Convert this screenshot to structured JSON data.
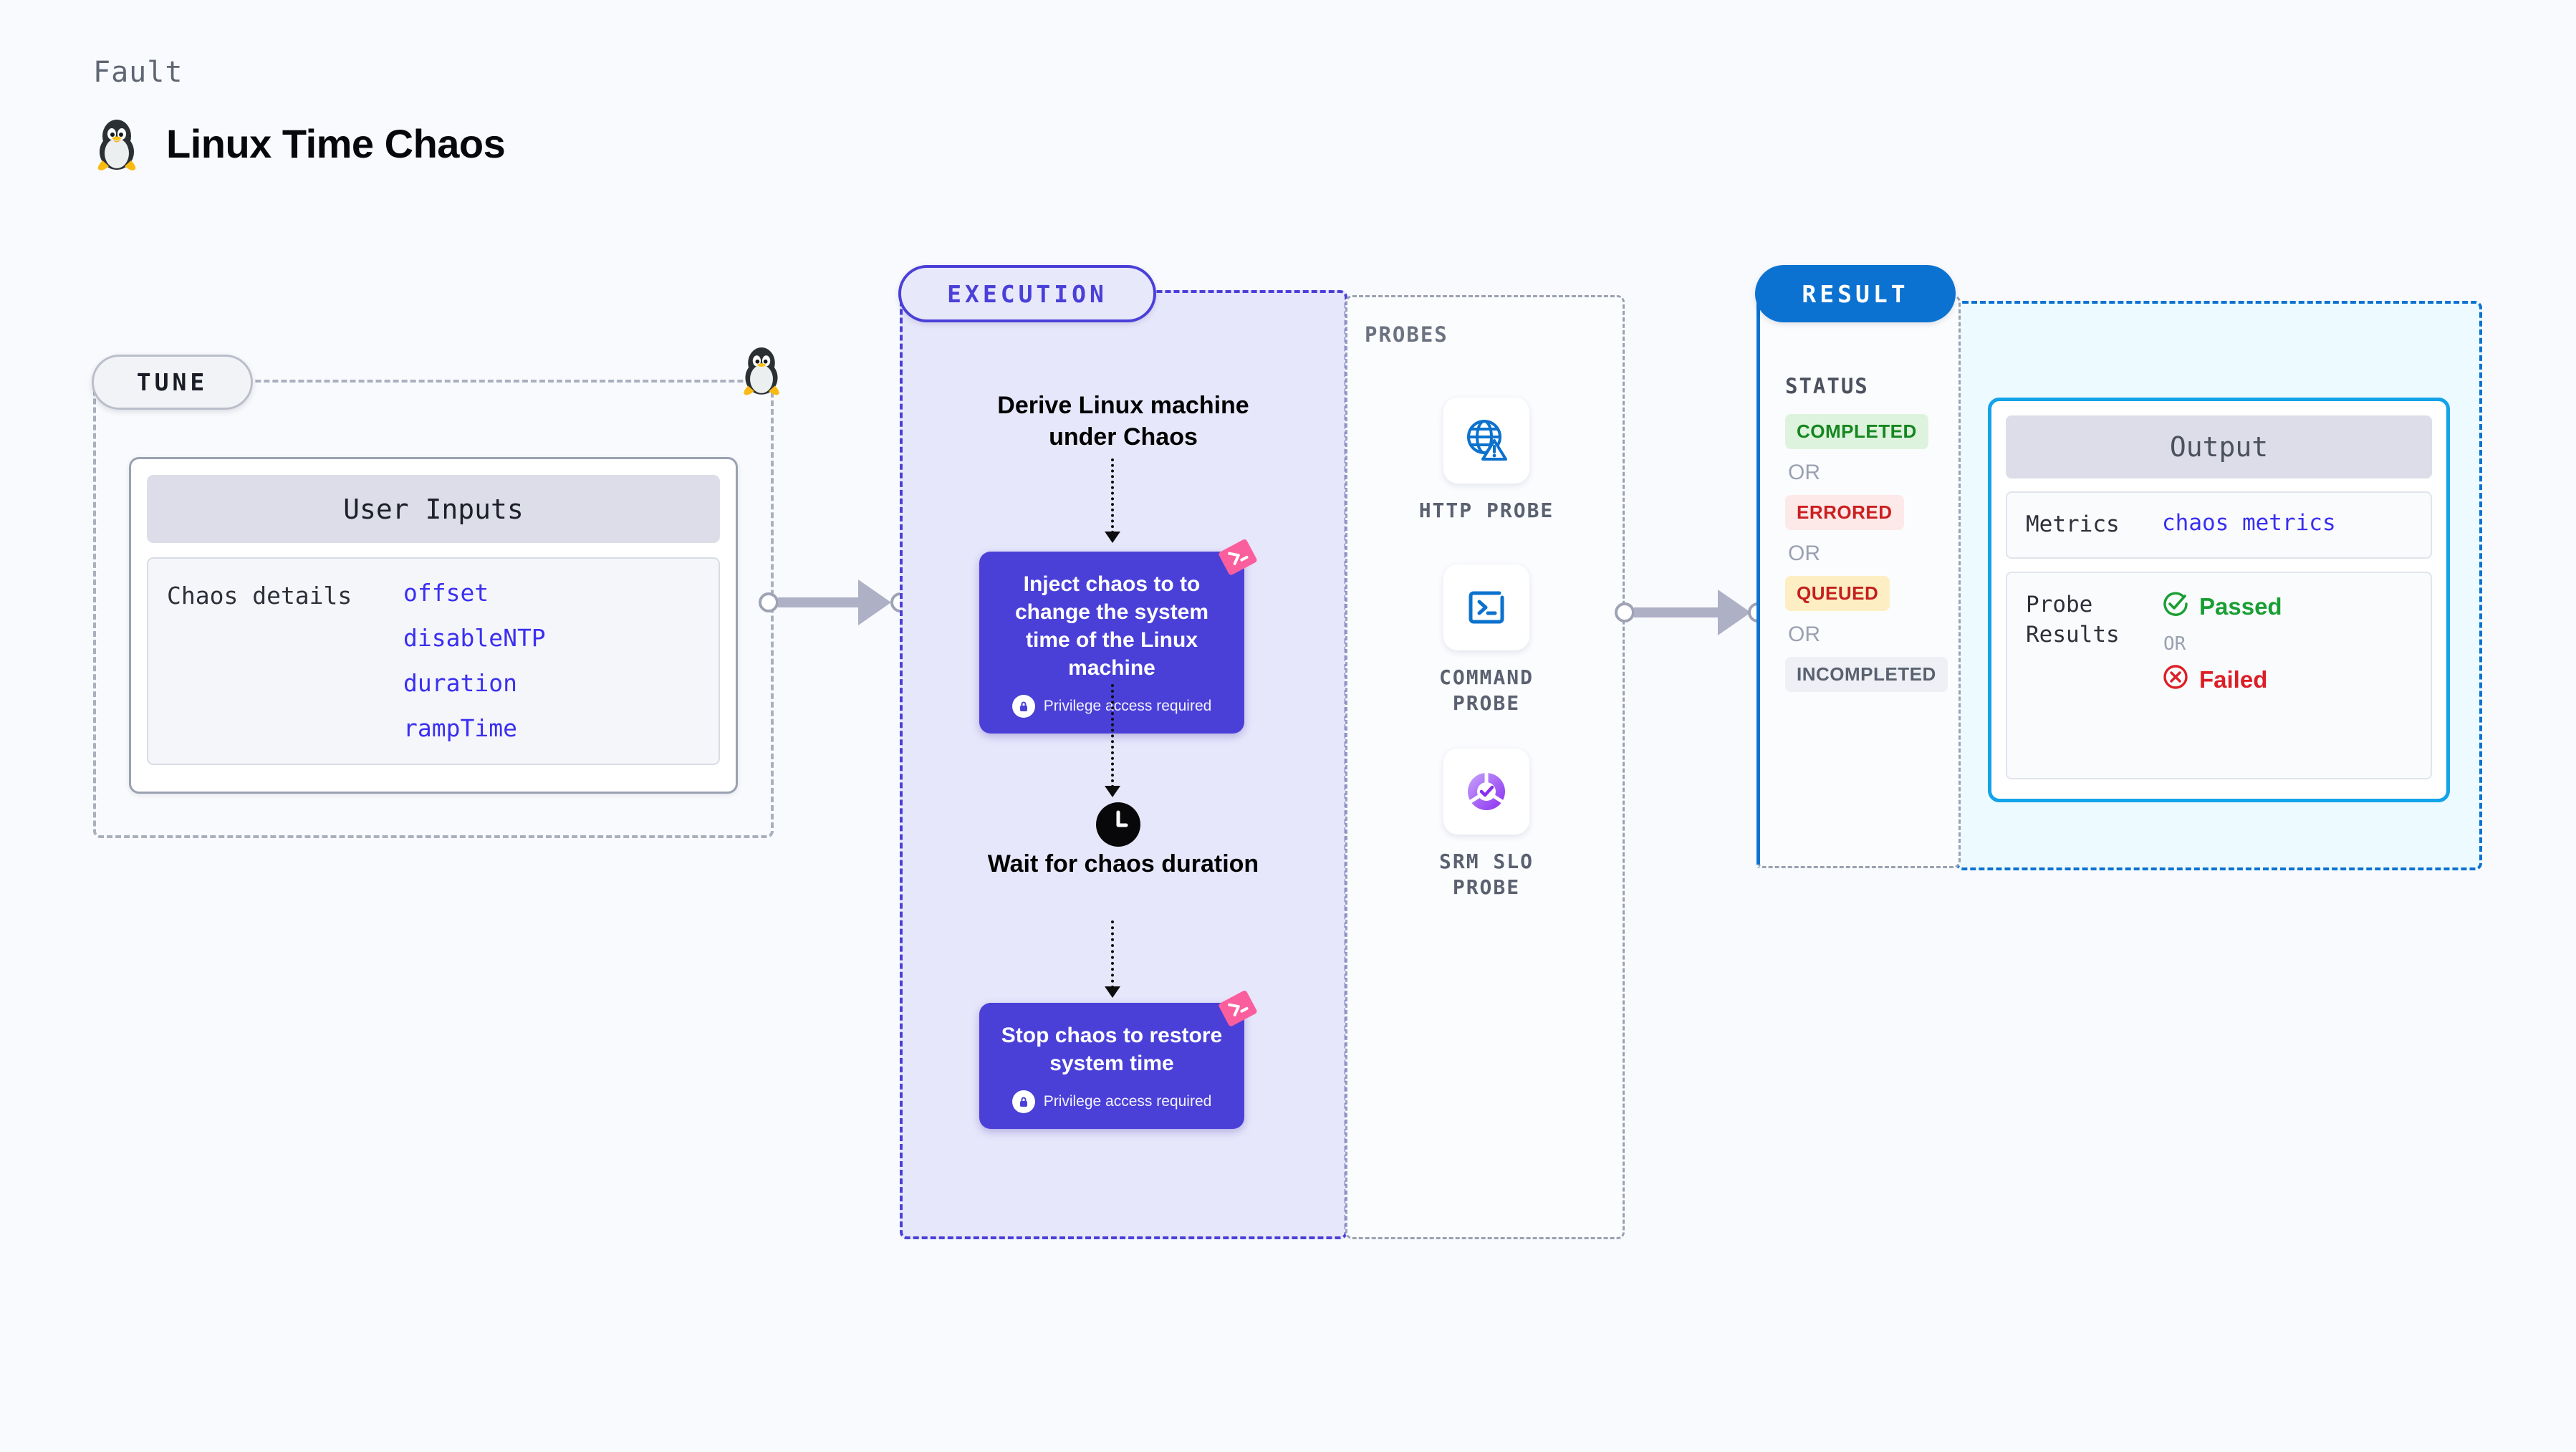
{
  "header": {
    "eyebrow": "Fault",
    "title": "Linux Time Chaos",
    "icon": "tux-penguin-icon"
  },
  "sections": {
    "tune": {
      "pill_label": "TUNE",
      "card_title": "User Inputs",
      "param_group_label": "Chaos details",
      "params": [
        "offset",
        "disableNTP",
        "duration",
        "rampTime"
      ]
    },
    "execution": {
      "pill_label": "EXECUTION",
      "steps": [
        {
          "type": "text",
          "label": "Derive Linux machine under Chaos"
        },
        {
          "type": "block",
          "label": "Inject chaos to to change the system time of the Linux machine",
          "note": "Privilege access required",
          "badge": "lock-icon",
          "ribbon": "harness-fault-ribbon"
        },
        {
          "type": "text",
          "icon": "clock-icon",
          "label": "Wait for chaos duration"
        },
        {
          "type": "block",
          "label": "Stop chaos to restore system time",
          "note": "Privilege access required",
          "badge": "lock-icon",
          "ribbon": "harness-fault-ribbon"
        }
      ]
    },
    "probes": {
      "label": "PROBES",
      "items": [
        {
          "name": "HTTP PROBE",
          "icon": "globe-warning-icon"
        },
        {
          "name": "COMMAND PROBE",
          "icon": "terminal-icon"
        },
        {
          "name": "SRM SLO PROBE",
          "icon": "slo-donut-check-icon"
        }
      ]
    },
    "result": {
      "pill_label": "RESULT",
      "status_label": "STATUS",
      "or_label": "OR",
      "statuses": [
        {
          "label": "COMPLETED",
          "bg": "#def3dd",
          "fg": "#14871f"
        },
        {
          "label": "ERRORED",
          "bg": "#fde9e8",
          "fg": "#cc1f1f"
        },
        {
          "label": "QUEUED",
          "bg": "#fdefc3",
          "fg": "#c41f1f"
        },
        {
          "label": "INCOMPLETED",
          "bg": "#eef0f5",
          "fg": "#5a6170"
        }
      ],
      "output": {
        "title": "Output",
        "metrics_key": "Metrics",
        "metrics_value": "chaos metrics",
        "probe_results_key": "Probe Results",
        "passed_label": "Passed",
        "failed_label": "Failed",
        "or_label": "OR"
      }
    }
  },
  "colors": {
    "background": "#f9fafd",
    "execution_accent": "#4a40d8",
    "result_accent": "#0b72d1",
    "output_border": "#13a3e8",
    "param_value": "#3a2ff0",
    "ribbon": "#fb5e9c"
  }
}
